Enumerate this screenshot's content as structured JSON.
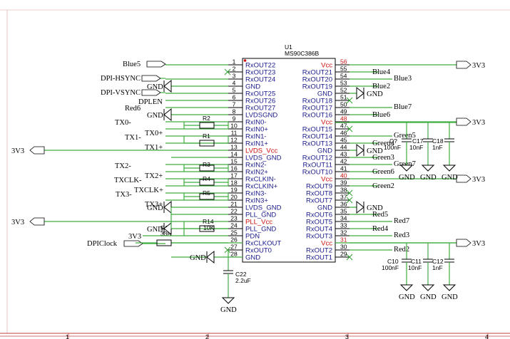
{
  "chip": {
    "designator": "U1",
    "part": "MS90C386B",
    "left_pins": [
      {
        "num": "1",
        "name": "RxOUT22",
        "label": "Blue5",
        "kind": "net"
      },
      {
        "num": "2",
        "name": "RxOUT23",
        "label": "",
        "kind": "nc"
      },
      {
        "num": "3",
        "name": "RxOUT24",
        "label": "DPI-HSYNC",
        "kind": "net"
      },
      {
        "num": "4",
        "name": "GND",
        "label": "GND",
        "kind": "gnd"
      },
      {
        "num": "5",
        "name": "RxOUT25",
        "label": "DPI-VSYNC",
        "kind": "net"
      },
      {
        "num": "6",
        "name": "RxOUT26",
        "label": "DPLEN",
        "kind": "net"
      },
      {
        "num": "7",
        "name": "RxOUT27",
        "label": "Red6",
        "kind": "net"
      },
      {
        "num": "8",
        "name": "LVDSGND",
        "label": "GND",
        "kind": "gnd"
      },
      {
        "num": "9",
        "name": "RxIN0-",
        "label": "TX0-",
        "kind": "net"
      },
      {
        "num": "10",
        "name": "RxIN0+",
        "label": "TX0+",
        "kind": "net"
      },
      {
        "num": "11",
        "name": "RxIN1-",
        "label": "TX1-",
        "kind": "net"
      },
      {
        "num": "12",
        "name": "RxIN1+",
        "label": "TX1+",
        "kind": "net"
      },
      {
        "num": "13",
        "name": "LVDS_Vcc",
        "label": "3V3",
        "kind": "pwr"
      },
      {
        "num": "14",
        "name": "LVDS_GND",
        "label": "",
        "kind": "wire"
      },
      {
        "num": "15",
        "name": "RxIN2-",
        "label": "TX2-",
        "kind": "net"
      },
      {
        "num": "16",
        "name": "RxIN2+",
        "label": "TX2+",
        "kind": "net"
      },
      {
        "num": "17",
        "name": "RxCLKIN-",
        "label": "TXCLK-",
        "kind": "net"
      },
      {
        "num": "18",
        "name": "RxCLKIN+",
        "label": "TXCLK+",
        "kind": "net"
      },
      {
        "num": "19",
        "name": "RxIN3-",
        "label": "TX3-",
        "kind": "net"
      },
      {
        "num": "20",
        "name": "RxIN3+",
        "label": "TX3+",
        "kind": "net"
      },
      {
        "num": "21",
        "name": "LVDS_GND",
        "label": "GND",
        "kind": "gnd"
      },
      {
        "num": "22",
        "name": "PLL_GND",
        "label": "",
        "kind": "wire"
      },
      {
        "num": "23",
        "name": "PLL_Vcc",
        "label": "3V3",
        "kind": "pwr"
      },
      {
        "num": "24",
        "name": "PLL_GND",
        "label": "GND",
        "kind": "gnd"
      },
      {
        "num": "25",
        "name": "PDN",
        "label": "3V3",
        "kind": "pwr"
      },
      {
        "num": "26",
        "name": "RxCLKOUT",
        "label": "DPIClock",
        "kind": "net"
      },
      {
        "num": "27",
        "name": "RxOUT0",
        "label": "",
        "kind": "nc"
      },
      {
        "num": "28",
        "name": "GND",
        "label": "GND",
        "kind": "gnd"
      }
    ],
    "right_pins": [
      {
        "num": "56",
        "name": "Vcc",
        "label": "3V3"
      },
      {
        "num": "55",
        "name": "RxOUT21",
        "label": "Blue4"
      },
      {
        "num": "54",
        "name": "RxOUT20",
        "label": "Blue3"
      },
      {
        "num": "53",
        "name": "RxOUT19",
        "label": "Blue2"
      },
      {
        "num": "52",
        "name": "GND",
        "label": "GND"
      },
      {
        "num": "51",
        "name": "RxOUT18",
        "label": ""
      },
      {
        "num": "50",
        "name": "RxOUT17",
        "label": "Blue7"
      },
      {
        "num": "49",
        "name": "RxOUT16",
        "label": "Blue6"
      },
      {
        "num": "48",
        "name": "Vcc",
        "label": "3V3"
      },
      {
        "num": "47",
        "name": "RxOUT15",
        "label": ""
      },
      {
        "num": "46",
        "name": "RxOUT14",
        "label": "Green5"
      },
      {
        "num": "45",
        "name": "RxOUT13",
        "label": "Green4"
      },
      {
        "num": "44",
        "name": "GND",
        "label": "GND"
      },
      {
        "num": "43",
        "name": "RxOUT12",
        "label": "Green3"
      },
      {
        "num": "42",
        "name": "RxOUT11",
        "label": "Green7"
      },
      {
        "num": "41",
        "name": "RxOUT10",
        "label": "Green6"
      },
      {
        "num": "40",
        "name": "Vcc",
        "label": "3V3"
      },
      {
        "num": "39",
        "name": "RxOUT9",
        "label": "Green2"
      },
      {
        "num": "38",
        "name": "RxOUT8",
        "label": ""
      },
      {
        "num": "37",
        "name": "RxOUT7",
        "label": ""
      },
      {
        "num": "36",
        "name": "GND",
        "label": "GND"
      },
      {
        "num": "35",
        "name": "RxOUT6",
        "label": "Red5"
      },
      {
        "num": "34",
        "name": "RxOUT5",
        "label": "Red7"
      },
      {
        "num": "33",
        "name": "RxOUT4",
        "label": "Red4"
      },
      {
        "num": "32",
        "name": "RxOUT3",
        "label": "Red3"
      },
      {
        "num": "31",
        "name": "Vcc",
        "label": "3V3"
      },
      {
        "num": "30",
        "name": "RxOUT2",
        "label": "Red2"
      },
      {
        "num": "29",
        "name": "RxOUT1",
        "label": ""
      }
    ]
  },
  "resistors": [
    {
      "ref": "R2",
      "value": ""
    },
    {
      "ref": "R1",
      "value": ""
    },
    {
      "ref": "R3",
      "value": ""
    },
    {
      "ref": "R4",
      "value": ""
    },
    {
      "ref": "R5",
      "value": ""
    },
    {
      "ref": "R14",
      "value": "10K"
    },
    {
      "ref": "R6",
      "value": "33R"
    }
  ],
  "capacitors": [
    {
      "ref": "C22",
      "value": "2.2uF"
    },
    {
      "ref": "C?",
      "value": "100nF"
    },
    {
      "ref": "C17",
      "value": "10nF"
    },
    {
      "ref": "C18",
      "value": "1nF"
    },
    {
      "ref": "C10",
      "value": "100nF"
    },
    {
      "ref": "C11",
      "value": "10nF"
    },
    {
      "ref": "C12",
      "value": "1nF"
    }
  ],
  "rails": {
    "power": "3V3",
    "ground": "GND"
  },
  "frame": {
    "zones": [
      "1",
      "2",
      "3",
      "4"
    ]
  },
  "colors": {
    "wire": "#3fae3f",
    "pin_name": "#1a1a8a",
    "power_pin": "#cc1010",
    "symbol": "#000000"
  }
}
